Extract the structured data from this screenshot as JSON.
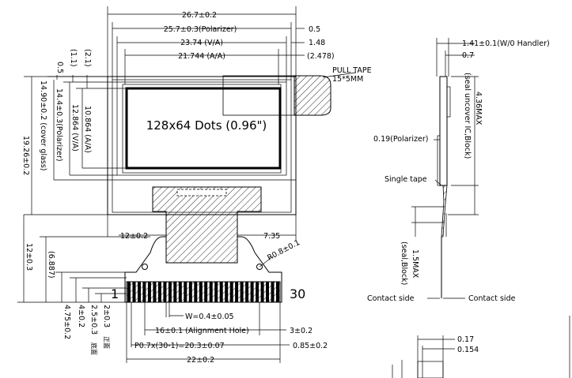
{
  "top_dims": {
    "overall_width": "26.7±0.2",
    "polarizer_width": "25.7±0.3(Polarizer)",
    "va_width": "23.74  (V/A)",
    "aa_width": "21.744  (A/A)",
    "right_05": "0.5",
    "right_148": "1.48",
    "right_2478": "(2.478)"
  },
  "pull_tape": {
    "line1": "PULL TAPE",
    "line2": "15*5MM"
  },
  "display_label": "128x64 Dots (0.96\")",
  "left_dims": {
    "d05": "0.5",
    "d11": "(1.1)",
    "d21": "(2.1)",
    "cover_glass": "14.90±0.2 (cover glass)",
    "polarizer_h": "14.4±0.3(Polarizer)",
    "va_h": "12.864 (V/A)",
    "aa_h": "10.864 (A/A)",
    "overall_h": "19.26±0.2"
  },
  "fpc_dims": {
    "d12": "12±0.2",
    "d735": "7.35",
    "radius": "R0.8±0.1",
    "h12": "12±0.3",
    "h6887": "(6.887)",
    "h475": "4.75±0.2",
    "h4": "4±0.2",
    "h25": "2.5±0.3",
    "h2": "2±0.3",
    "front_label": "正面",
    "back_label": "底面",
    "pin_first": "1",
    "pin_last": "30",
    "w_pin": "W=0.4±0.05",
    "align_hole": "16±0.1 (Alignment Hole)",
    "d3": "3±0.2",
    "pitch": "P0.7x(30-1)=20.3±0.07",
    "d085": "0.85±0.2",
    "d22": "22±0.2"
  },
  "side_dims": {
    "thickness": "1.41±0.1(W/0 Handler)",
    "d07": "0.7",
    "height_max": "4.36MAX",
    "seal_uncover": "(seal uncover IC,Block)",
    "polarizer": "0.19(Polarizer)",
    "single_tape": "Single tape",
    "h15max": "1.5MAX",
    "seal_block": "(seal,Block)",
    "contact_left": "Contact side",
    "contact_right": "Contact side"
  },
  "detail_dims": {
    "d017": "0.17",
    "d0154": "0.154"
  }
}
